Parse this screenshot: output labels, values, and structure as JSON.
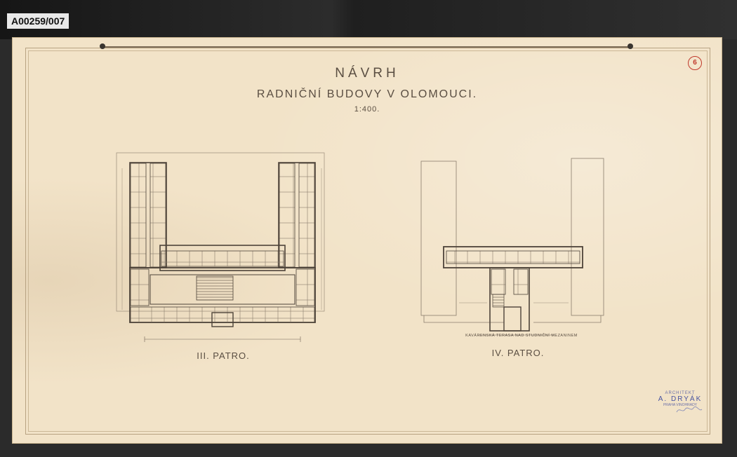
{
  "archive_label": "A00259/007",
  "sheet_number": "6",
  "title": {
    "line1": "NÁVRH",
    "line2": "RADNIČNÍ BUDOVY V OLOMOUCI.",
    "scale": "1:400."
  },
  "plans": [
    {
      "label": "III. PATRO."
    },
    {
      "label": "IV. PATRO.",
      "caption": "KAVÁRENSKÁ TERASA NAD STUDNIČNÍ MEZANINEM"
    }
  ],
  "architect": {
    "line1": "ARCHITEKT",
    "line2": "A. DRYÁK",
    "line3": "PRAHA VINOHRADY"
  },
  "colors": {
    "paper": "#f2e3c8",
    "ink": "#5a4e42",
    "stamp": "#4a55a0",
    "sheet_number": "#c0392b"
  }
}
